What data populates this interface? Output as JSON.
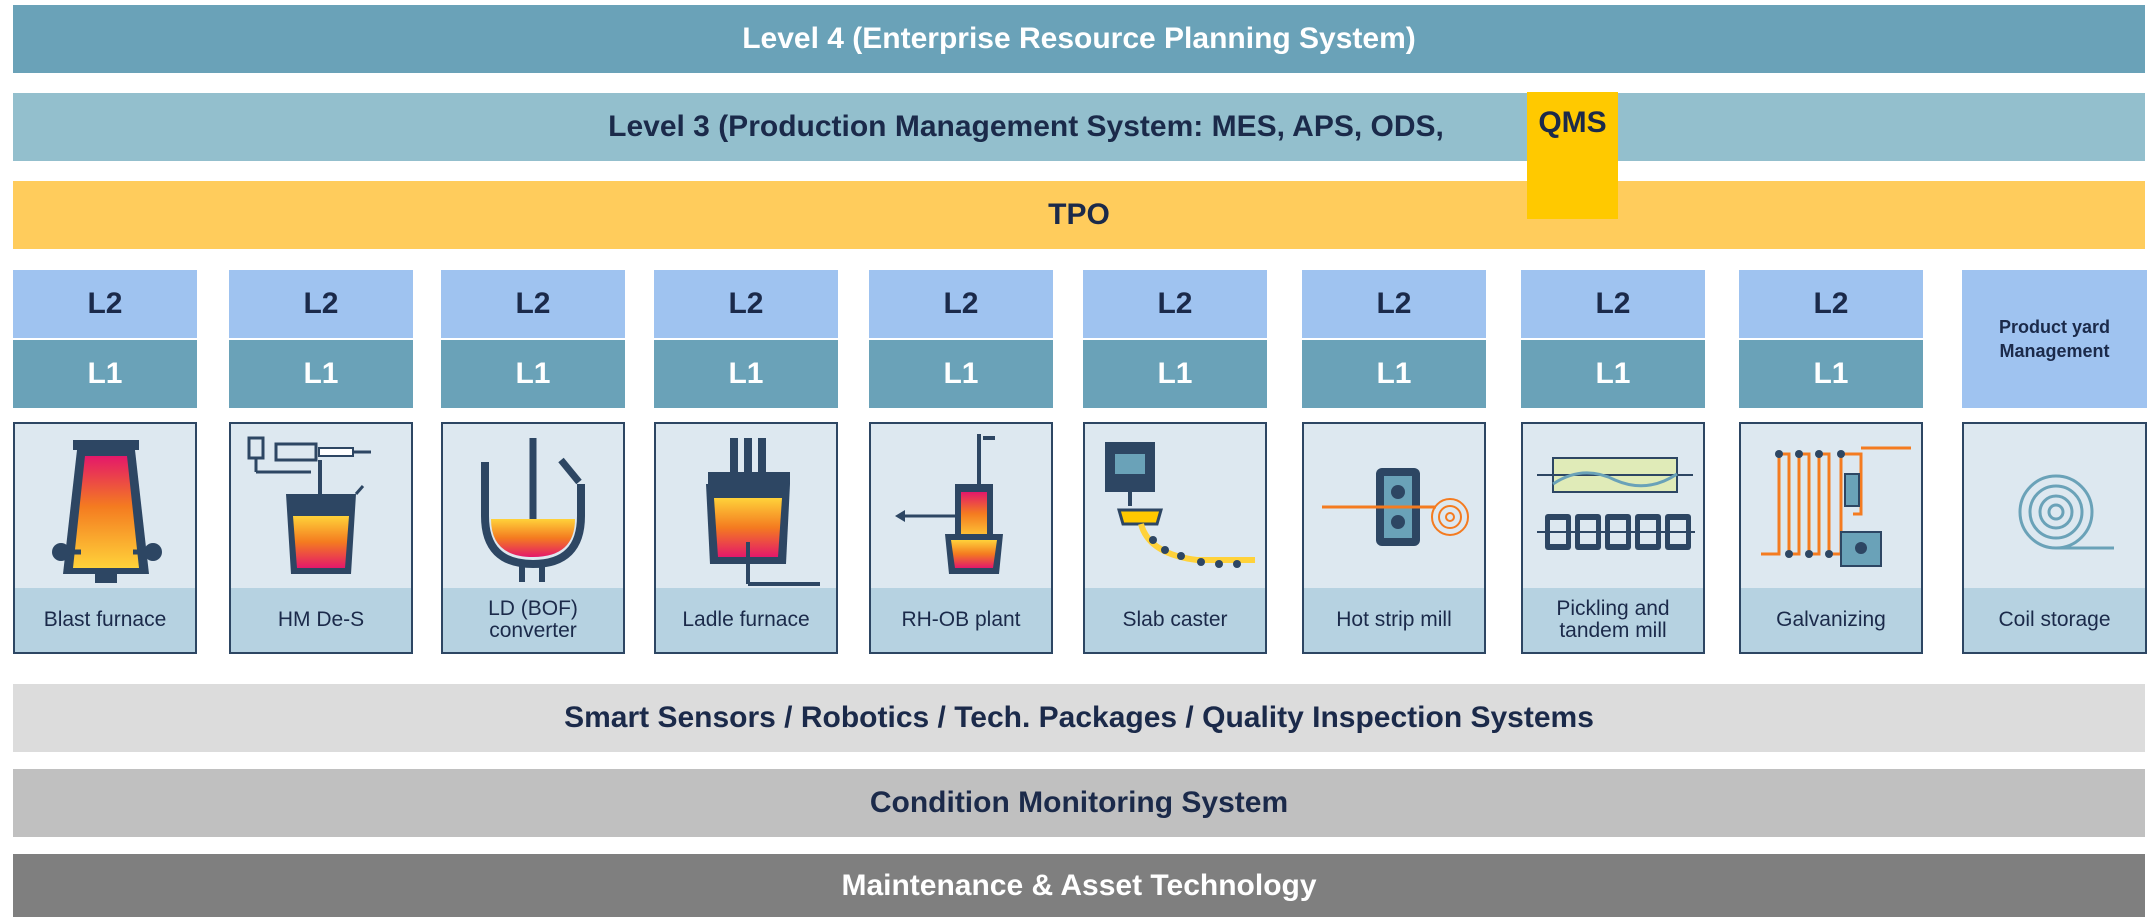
{
  "level4": "Level 4 (Enterprise Resource Planning System)",
  "level3": "Level 3 (Production Management System: MES,  APS, ODS,",
  "level3_close": ")",
  "qms": "QMS",
  "tpo": "TPO",
  "l2": "L2",
  "l1": "L1",
  "product_yard": "Product yard Management",
  "plants": [
    {
      "caption": "Blast furnace",
      "icon": "blast-furnace-icon"
    },
    {
      "caption": "HM De-S",
      "icon": "hm-desulfurization-icon"
    },
    {
      "caption": "LD (BOF) converter",
      "icon": "bof-converter-icon"
    },
    {
      "caption": "Ladle furnace",
      "icon": "ladle-furnace-icon"
    },
    {
      "caption": "RH-OB plant",
      "icon": "rh-ob-plant-icon"
    },
    {
      "caption": "Slab caster",
      "icon": "slab-caster-icon"
    },
    {
      "caption": "Hot strip mill",
      "icon": "hot-strip-mill-icon"
    },
    {
      "caption": "Pickling and tandem mill",
      "icon": "pickling-tandem-mill-icon"
    },
    {
      "caption": "Galvanizing",
      "icon": "galvanizing-icon"
    },
    {
      "caption": "Coil storage",
      "icon": "coil-storage-icon"
    }
  ],
  "sensors": "Smart Sensors / Robotics / Tech. Packages / Quality Inspection Systems",
  "condition_monitoring": "Condition Monitoring System",
  "maintenance": "Maintenance & Asset Technology",
  "colors": {
    "level4": "#6aa2b8",
    "level3": "#93bfcd",
    "tpo": "#ffcc5c",
    "qms": "#ffc900",
    "l2": "#9fc3f0",
    "l1": "#6aa2b8"
  }
}
